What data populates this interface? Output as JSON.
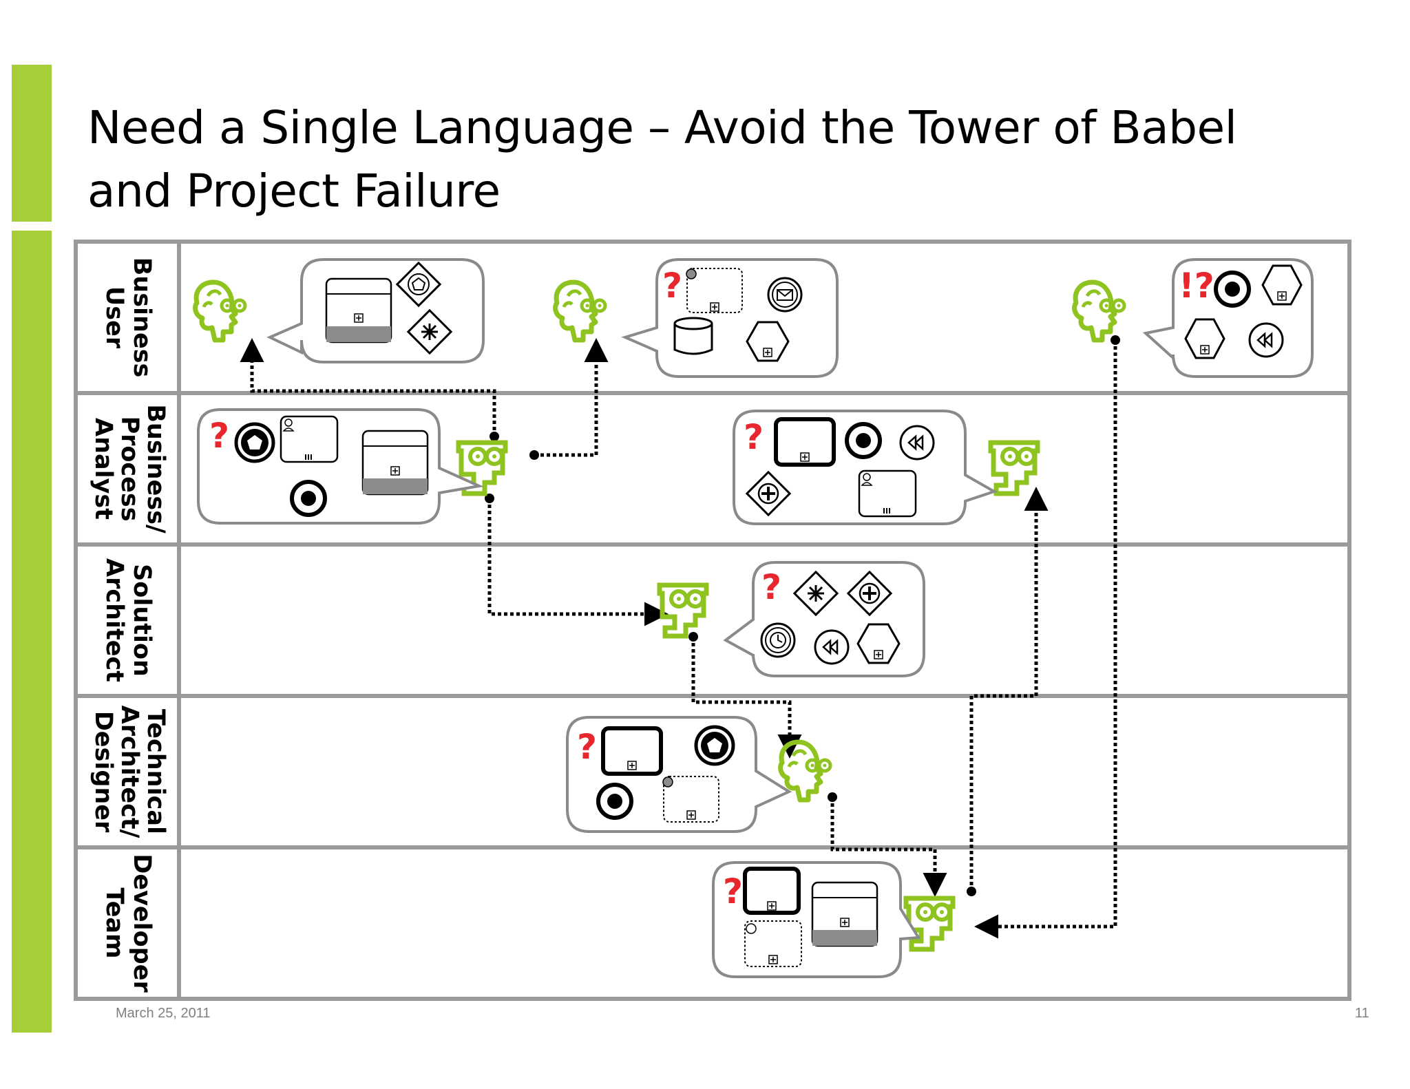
{
  "slide": {
    "title_line1": "Need a Single Language – Avoid the Tower of Babel",
    "title_line2": "and Project Failure",
    "footer_date": "March 25, 2011",
    "page_number": "11"
  },
  "colors": {
    "accent": "#a6ce39",
    "person": "#8fc31f",
    "lane_border": "#9a9a9a",
    "bubble_border": "#8a8a8a",
    "question_mark": "#e8262e"
  },
  "lanes": [
    {
      "id": "business-user",
      "label_lines": [
        "Business",
        "User"
      ]
    },
    {
      "id": "process-analyst",
      "label_lines": [
        "Business/",
        "Process",
        "Analyst"
      ]
    },
    {
      "id": "solution-architect",
      "label_lines": [
        "Solution",
        "Architect"
      ]
    },
    {
      "id": "technical-architect",
      "label_lines": [
        "Technical",
        "Architect/",
        "Designer"
      ]
    },
    {
      "id": "developer-team",
      "label_lines": [
        "Developer",
        "Team"
      ]
    }
  ],
  "markers": {
    "question": "?",
    "exclaim_question": "!?"
  },
  "icons": {
    "person": "person-head-icon",
    "task_marker": "subprocess-plus-icon",
    "pool": "pool-shape-icon",
    "data_store": "data-store-icon",
    "gateway_complex": "complex-gateway-icon",
    "gateway_event": "event-gateway-icon",
    "gateway_parallel": "parallel-gateway-icon",
    "event_message": "message-event-icon",
    "event_end": "end-event-icon",
    "event_timer": "timer-event-icon",
    "event_compensate": "compensation-event-icon",
    "event_escalation": "escalation-event-icon",
    "hexagon": "hexagon-subprocess-icon",
    "user_task": "user-task-icon"
  }
}
